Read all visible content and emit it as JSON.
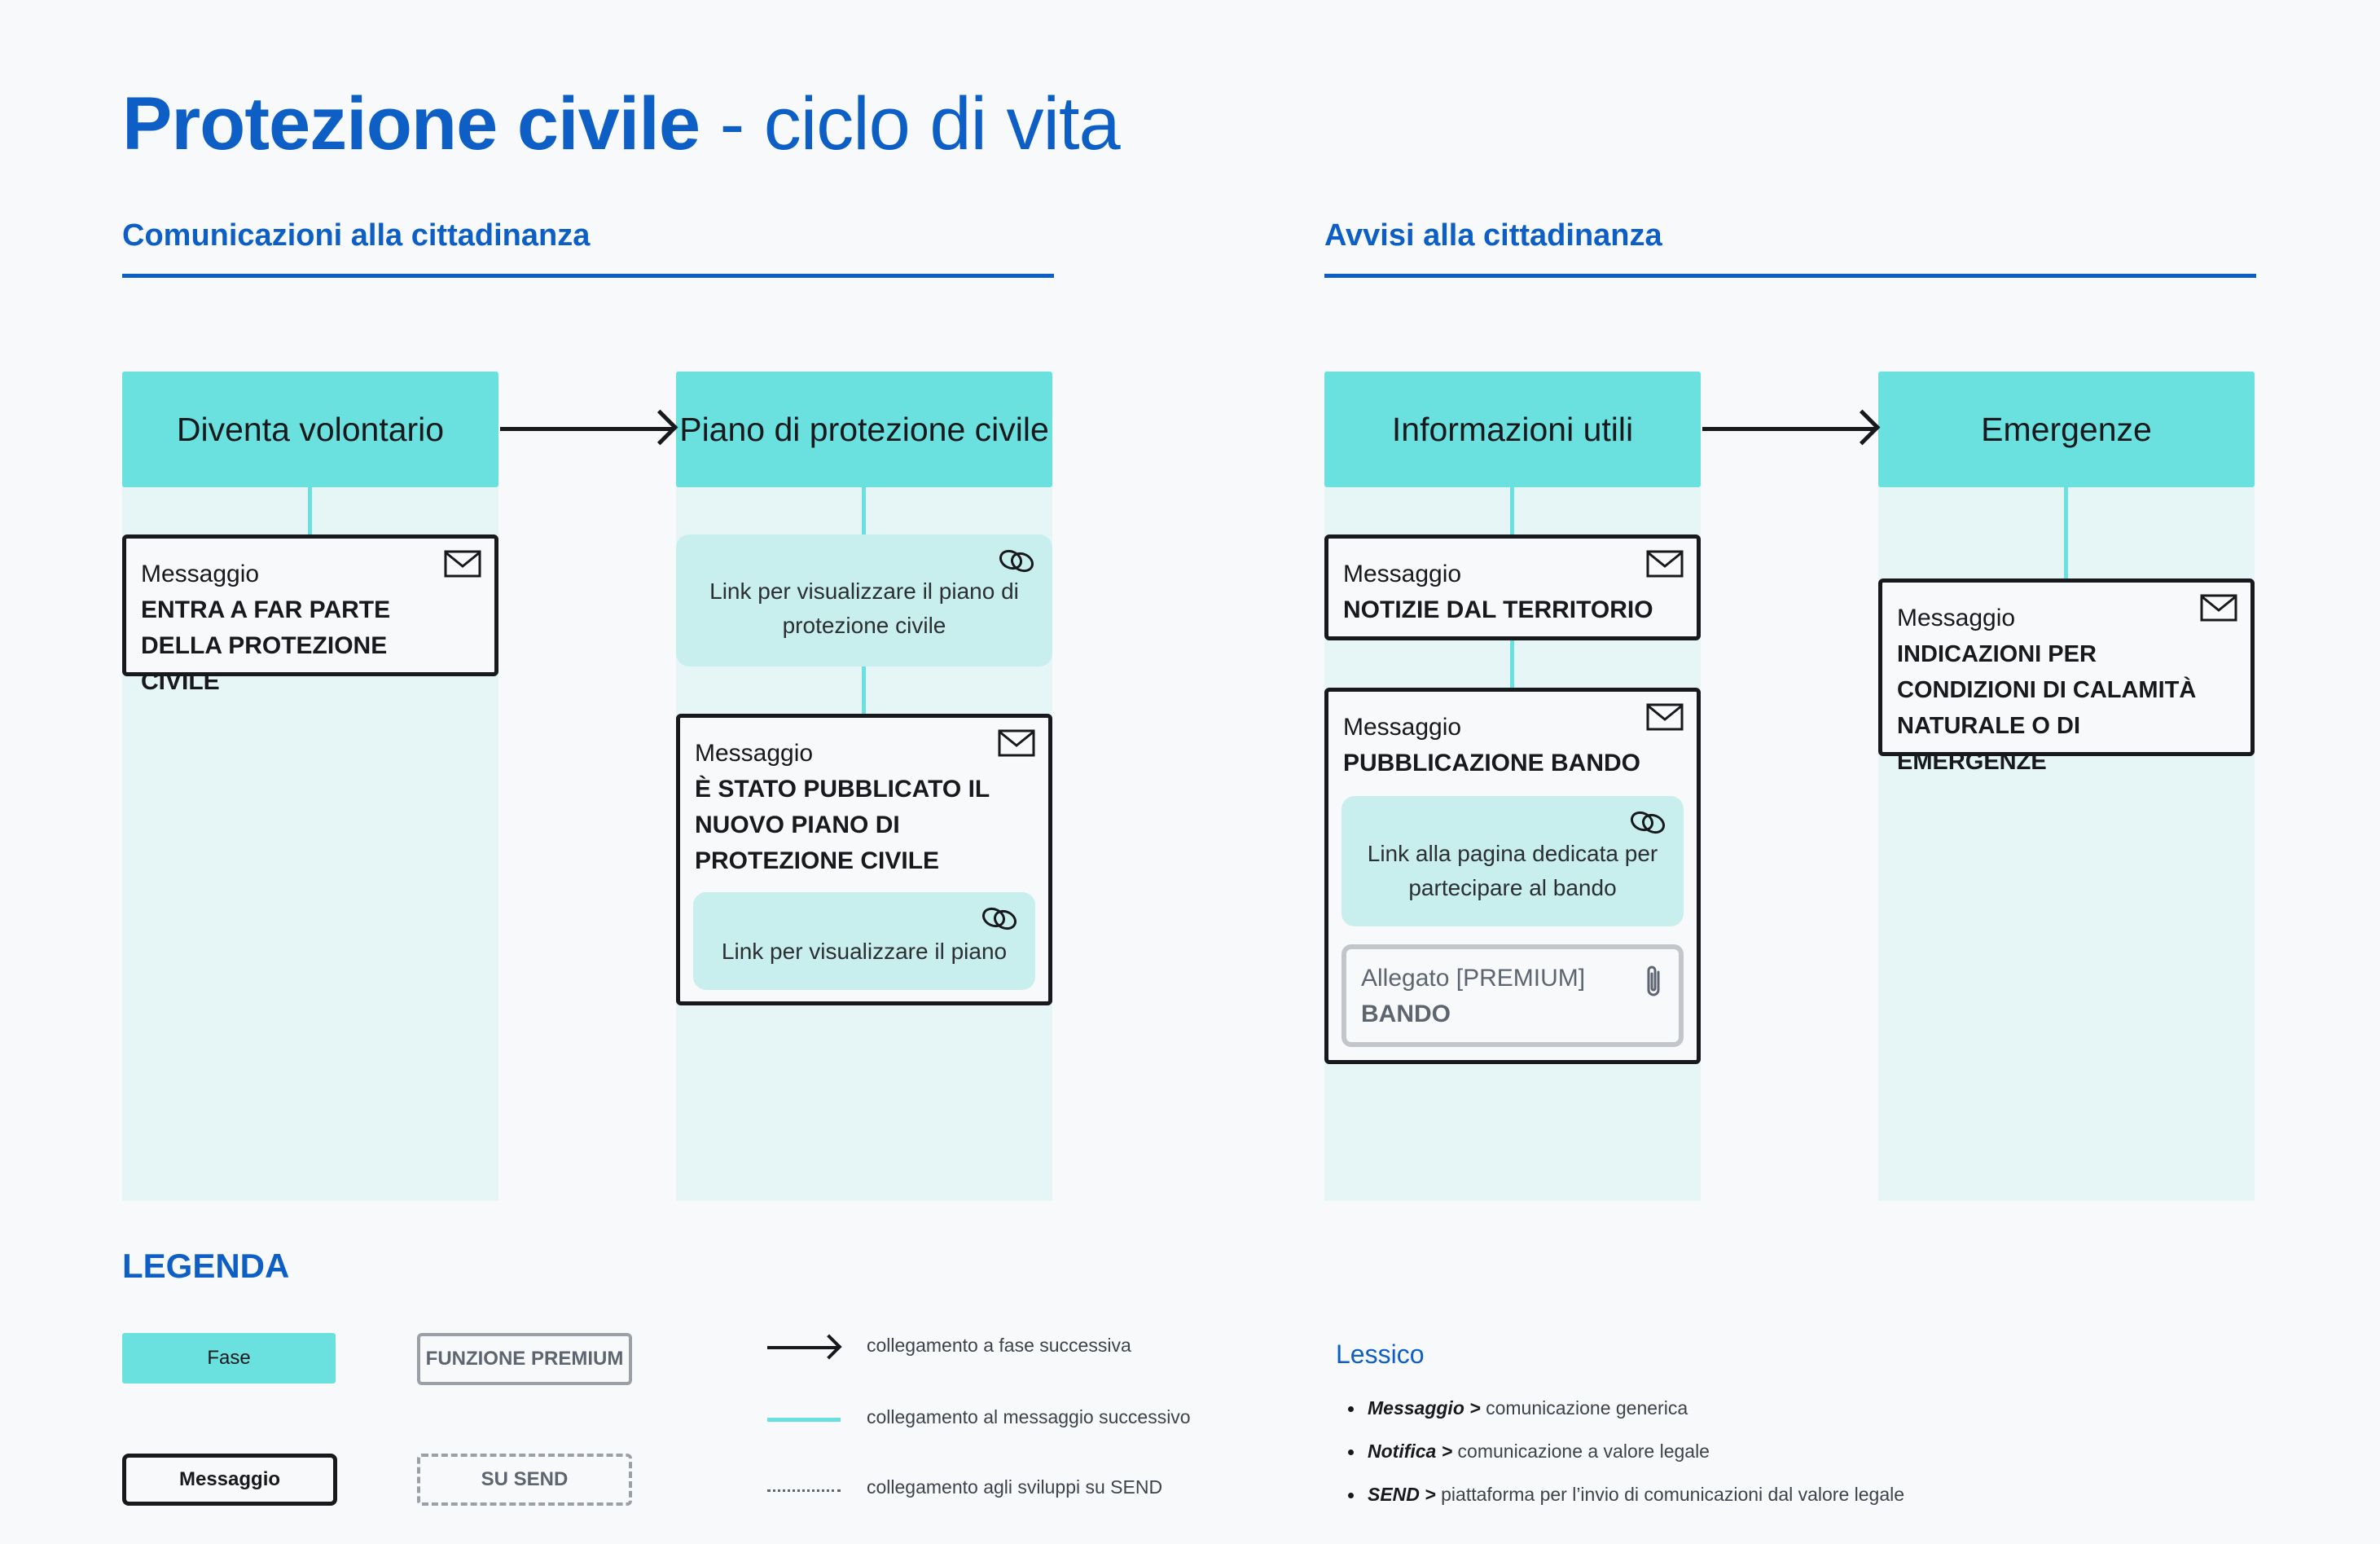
{
  "title": {
    "bold": "Protezione civile",
    "rest": " - ciclo di vita"
  },
  "sections": [
    {
      "title": "Comunicazioni alla cittadinanza"
    },
    {
      "title": "Avvisi alla cittadinanza"
    }
  ],
  "phases": [
    {
      "label": "Diventa volontario"
    },
    {
      "label": "Piano di protezione civile"
    },
    {
      "label": "Informazioni utili"
    },
    {
      "label": "Emergenze"
    }
  ],
  "messages": {
    "m1": {
      "kind": "Messaggio",
      "body": "ENTRA A FAR PARTE DELLA PROTEZIONE CIVILE"
    },
    "m2": {
      "kind": "Messaggio",
      "body": "È STATO PUBBLICATO IL NUOVO PIANO DI PROTEZIONE CIVILE"
    },
    "m3": {
      "kind": "Messaggio",
      "body": "NOTIZIE DAL TERRITORIO"
    },
    "m4": {
      "kind": "Messaggio",
      "body": "PUBBLICAZIONE BANDO"
    },
    "m5": {
      "kind": "Messaggio",
      "body": "INDICAZIONI PER CONDIZIONI DI CALAMITÀ NATURALE O DI EMERGENZE"
    }
  },
  "links": {
    "l1": "Link per visualizzare il piano di protezione civile",
    "l2": "Link per visualizzare il piano",
    "l3": "Link alla pagina dedicata per partecipare al bando"
  },
  "attachment": {
    "label": "Allegato [PREMIUM]",
    "name": "BANDO"
  },
  "legend": {
    "title": "LEGENDA",
    "fase": "Fase",
    "premium": "FUNZIONE PREMIUM",
    "messaggio": "Messaggio",
    "send": "SU SEND",
    "arrow_text": "collegamento a fase successiva",
    "cyan_text": "collegamento al messaggio successivo",
    "dots_text": "collegamento agli sviluppi su SEND"
  },
  "lessico": {
    "title": "Lessico",
    "items": [
      {
        "term": "Messaggio >",
        "def": " comunicazione generica"
      },
      {
        "term": "Notifica >",
        "def": " comunicazione a valore legale"
      },
      {
        "term": "SEND >",
        "def": " piattaforma per  l’invio di comunicazioni dal valore legale"
      }
    ]
  },
  "colors": {
    "accent": "#0d5fc6",
    "phase": "#6ae0df",
    "column": "#e6f6f6",
    "link": "#c8efee"
  },
  "icons": {
    "message": "mail-icon",
    "link": "link-icon",
    "attachment": "paperclip-icon"
  }
}
